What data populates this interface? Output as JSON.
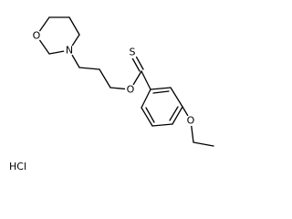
{
  "molecule": {
    "atoms": {
      "morpholine_oxygen": "O",
      "morpholine_nitrogen": "N",
      "ester_oxygen": "O",
      "thione_sulfur": "S",
      "ether_oxygen": "O"
    },
    "salt": "HCl"
  }
}
